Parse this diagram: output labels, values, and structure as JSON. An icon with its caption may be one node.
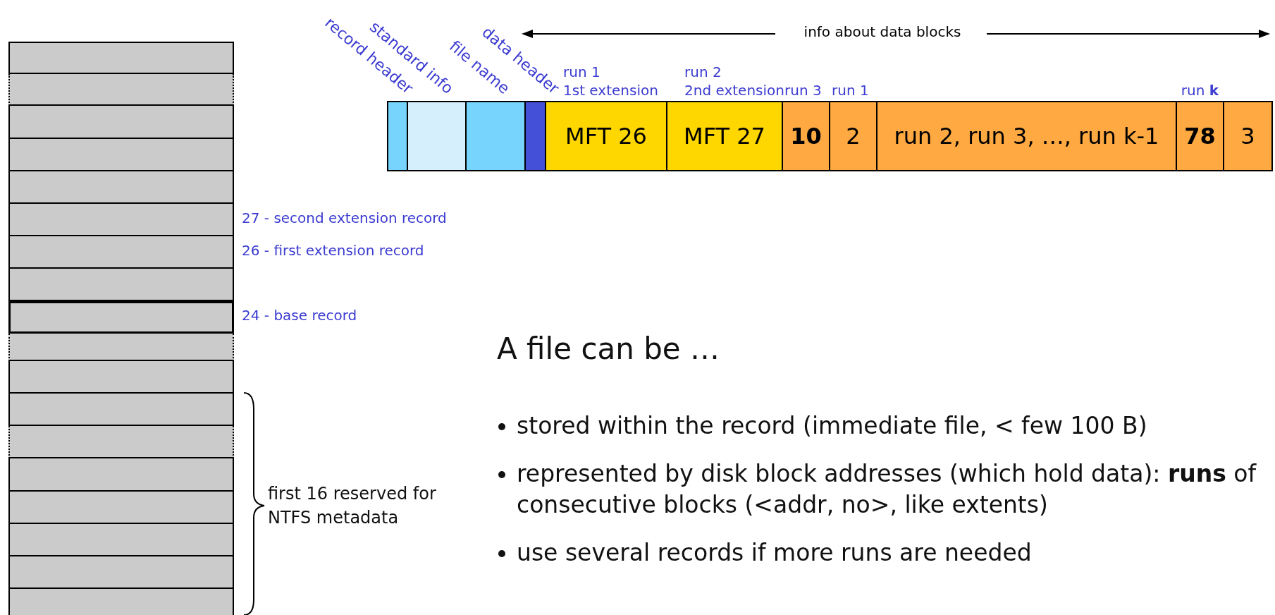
{
  "diagram": {
    "nodes": [
      {
        "text": [],
        "shape": "box"
      },
      {
        "text": [],
        "shape": "box"
      },
      {
        "text": [],
        "shape": "box"
      },
      {
        "text": [],
        "shape": "box"
      },
      {
        "text": [],
        "shape": "box"
      },
      {
        "text": [],
        "shape": "box",
        "beside": [
          "27 - second extension record"
        ]
      },
      {
        "text": [],
        "shape": "box",
        "beside": [
          "26 - first extension record"
        ]
      },
      {
        "text": [],
        "shape": "box"
      },
      {
        "text": [],
        "shape": "box",
        "beside": [
          "24 - base record"
        ]
      },
      {
        "text": [],
        "shape": "box"
      },
      {
        "text": [],
        "shape": "box"
      },
      {
        "text": [],
        "shape": "box"
      },
      {
        "text": [],
        "shape": "box"
      },
      {
        "text": [],
        "shape": "box"
      },
      {
        "text": [],
        "shape": "box"
      },
      {
        "text": [],
        "shape": "box"
      },
      {
        "text": [],
        "shape": "box"
      },
      {
        "text": [],
        "shape": "box"
      },
      {
        "text": [],
        "shape": "box",
        "beside": [
          "record header"
        ]
      },
      {
        "text": [],
        "shape": "box",
        "beside": [
          "standard info"
        ]
      },
      {
        "text": [],
        "shape": "box",
        "beside": [
          "file name"
        ]
      },
      {
        "text": [],
        "shape": "box",
        "beside": [
          "data header"
        ]
      },
      {
        "text": [
          "MFT 26"
        ],
        "beside": [
          "1st extension",
          "run 1"
        ]
      },
      {
        "text": [
          "MFT 27"
        ],
        "beside": [
          "2nd extension",
          "run 2"
        ]
      },
      {
        "text": [
          "**10**"
        ],
        "beside": [
          "run 3"
        ]
      },
      {
        "text": [
          "2"
        ],
        "beside": [
          "run 1"
        ]
      },
      {
        "text": [
          "run 2, run 3, …, run  k-1"
        ]
      },
      {
        "text": [
          "**78**"
        ],
        "beside": [
          "run **k**"
        ]
      },
      {
        "text": [
          "3"
        ]
      }
    ],
    "labels": [
      "info about data blocks",
      "A file can be …",
      "stored within the record (immediate file, < few 100 B)",
      "represented by disk block addresses (which hold data): **runs** of consecutive blocks (<addr, no>, like extents)",
      "use several records if more runs are needed",
      "first 16 reserved for NTFS metadata"
    ]
  }
}
